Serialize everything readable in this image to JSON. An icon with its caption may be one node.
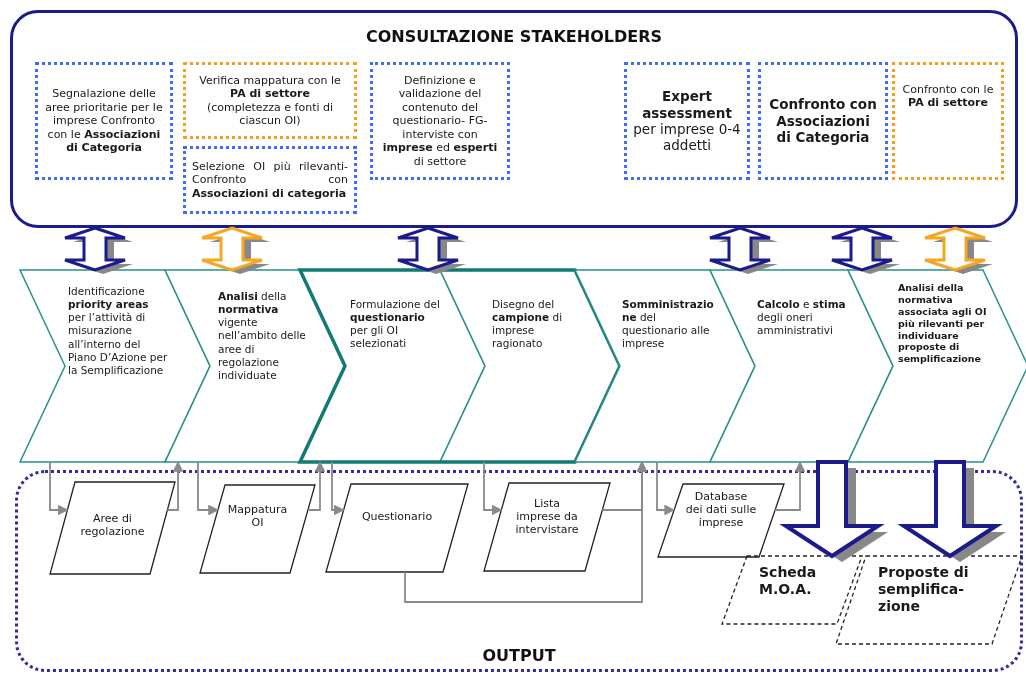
{
  "diagram": {
    "nodes": [
      {
        "text": [
          "CONSULTAZIONE STAKEHOLDERS"
        ]
      },
      {
        "text": [
          "Segnalazione delle aree prioritarie per le imprese Confronto con le **Associazioni di Categoria**"
        ],
        "in": 0
      },
      {
        "text": [
          "Verifica mappatura con le **PA di settore** (completezza e fonti di ciascun OI)"
        ],
        "in": 0
      },
      {
        "text": [
          "Selezione OI più rilevanti- Confronto con **Associazioni di categoria**"
        ],
        "in": 0
      },
      {
        "text": [
          "Definizione e validazione del contenuto del questionario- FG- interviste con **imprese** ed **esperti** di settore"
        ],
        "in": 0
      },
      {
        "text": [
          "**Expert assessment** per imprese 0-4 addetti"
        ],
        "in": 0
      },
      {
        "text": [
          "Confronto con Associazioni di Categoria"
        ],
        "in": 0
      },
      {
        "text": [
          "Confronto con le **PA di settore**"
        ],
        "in": 0
      },
      {
        "text": [
          "Identificazione **priority areas** per l’attività di misurazione all’interno del Piano D’Azione per la Semplificazione"
        ]
      },
      {
        "text": [
          "**Analisi** della **normativa** vigente nell’ambito delle aree di regolazione individuate"
        ]
      },
      {
        "text": [
          "Formulazione del **questionario** per gli OI selezionati"
        ]
      },
      {
        "text": [
          "Disegno del **campione** di imprese ragionato"
        ]
      },
      {
        "text": [
          "**Somministrazione** del questionario alle imprese"
        ]
      },
      {
        "text": [
          "**Calcolo** e **stima** degli oneri amministrativi"
        ]
      },
      {
        "text": [
          "Analisi della normativa associata agli OI più rilevanti per individuare proposte di semplificazione"
        ]
      },
      {
        "text": [
          "OUTPUT"
        ]
      },
      {
        "text": [
          "Aree di regolazione"
        ],
        "in": 15
      },
      {
        "text": [
          "Mappatura OI"
        ],
        "in": 15
      },
      {
        "text": [
          "Questionario"
        ],
        "in": 15
      },
      {
        "text": [
          "Lista imprese da intervistare"
        ],
        "in": 15
      },
      {
        "text": [
          "Database dei dati sulle imprese"
        ],
        "in": 15
      },
      {
        "text": [
          "Scheda M.O.A."
        ],
        "in": 15
      },
      {
        "text": [
          "Proposte di semplifica-zione"
        ],
        "in": 15
      }
    ],
    "edges": [
      {
        "from": 0,
        "to": 8,
        "arrow": "both",
        "style": "thick",
        "color": "#1b1b8c"
      },
      {
        "from": 0,
        "to": 9,
        "arrow": "both",
        "style": "thick",
        "color": "#f5a623"
      },
      {
        "from": 0,
        "to": 10,
        "arrow": "both",
        "style": "thick",
        "color": "#1b1b8c"
      },
      {
        "from": 0,
        "to": 13,
        "arrow": "both",
        "style": "thick",
        "color": "#1b1b8c"
      },
      {
        "from": 0,
        "to": 14,
        "arrow": "both",
        "style": "thick",
        "color": "#1b1b8c"
      },
      {
        "from": 0,
        "to": 14,
        "arrow": "both",
        "style": "thick",
        "color": "#f5a623"
      },
      {
        "from": 8,
        "to": 16,
        "arrow": "to"
      },
      {
        "from": 16,
        "to": 9,
        "arrow": "to"
      },
      {
        "from": 9,
        "to": 17,
        "arrow": "to"
      },
      {
        "from": 17,
        "to": 10,
        "arrow": "to"
      },
      {
        "from": 10,
        "to": 18,
        "arrow": "to"
      },
      {
        "from": 18,
        "to": 12,
        "arrow": "to"
      },
      {
        "from": 11,
        "to": 19,
        "arrow": "to"
      },
      {
        "from": 19,
        "to": 12,
        "arrow": "to"
      },
      {
        "from": 12,
        "to": 20,
        "arrow": "to"
      },
      {
        "from": 20,
        "to": 13,
        "arrow": "to"
      },
      {
        "from": 13,
        "to": 21,
        "arrow": "to",
        "style": "thick",
        "color": "#1b1b8c"
      },
      {
        "from": 14,
        "to": 22,
        "arrow": "to",
        "style": "thick",
        "color": "#1b1b8c"
      }
    ]
  }
}
